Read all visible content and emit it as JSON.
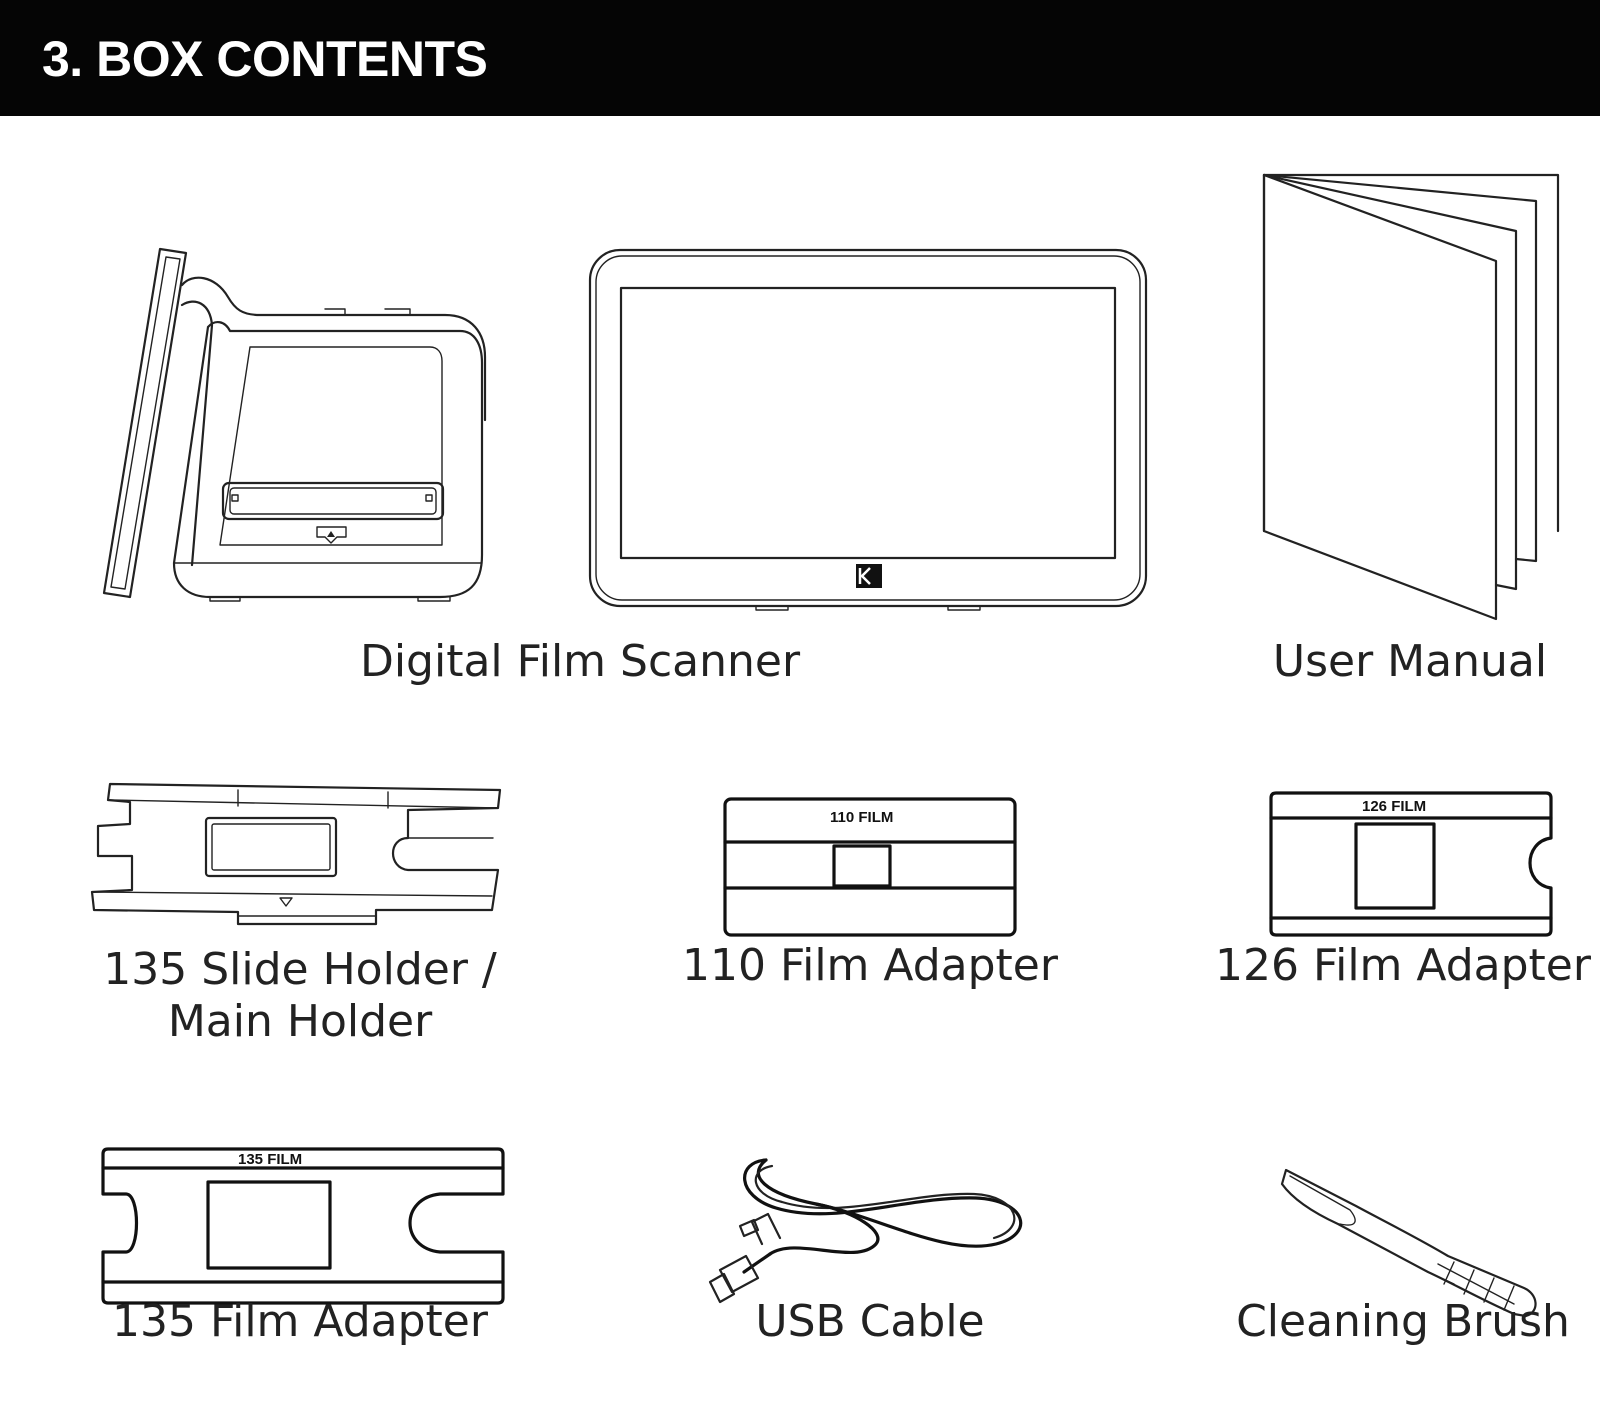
{
  "header": {
    "title": "3. BOX CONTENTS"
  },
  "items": {
    "scanner": {
      "label": "Digital Film Scanner"
    },
    "manual": {
      "label": "User Manual"
    },
    "slide_holder": {
      "label_line1": "135 Slide Holder /",
      "label_line2": "Main Holder"
    },
    "adapter_110": {
      "label": "110 Film Adapter",
      "stamp": "110 FILM"
    },
    "adapter_126": {
      "label": "126 Film Adapter",
      "stamp": "126 FILM"
    },
    "adapter_135": {
      "label": "135 Film Adapter",
      "stamp": "135 FILM"
    },
    "usb_cable": {
      "label": "USB Cable"
    },
    "brush": {
      "label": "Cleaning Brush"
    }
  }
}
